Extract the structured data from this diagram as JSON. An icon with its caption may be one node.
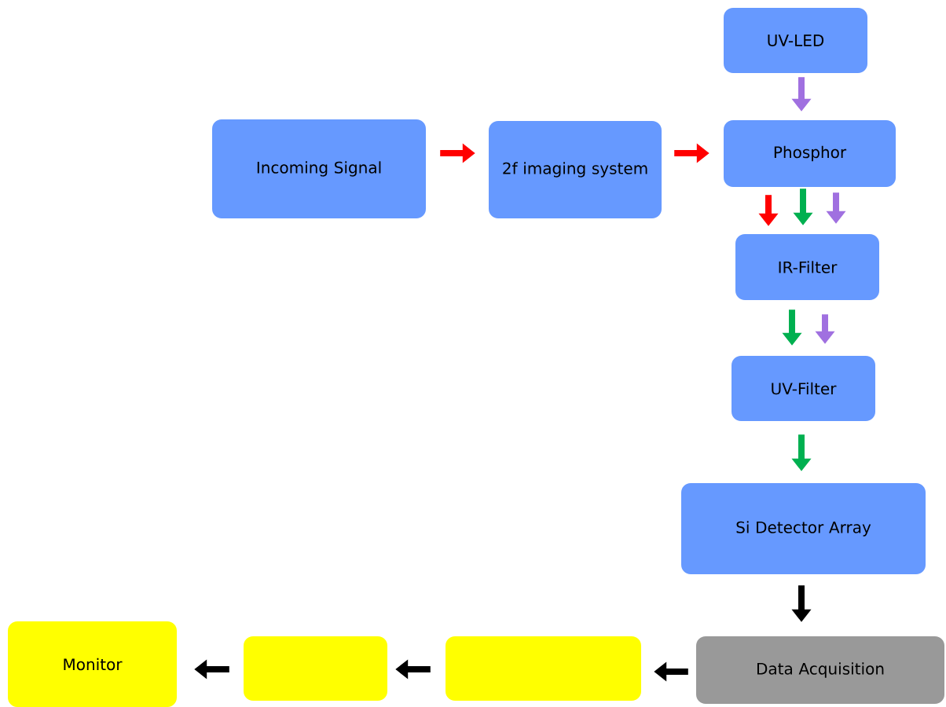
{
  "diagram": {
    "nodes": [
      {
        "text": [
          "UV-LED"
        ]
      },
      {
        "text": [
          "Incoming Signal"
        ]
      },
      {
        "text": [
          "2f imaging system"
        ]
      },
      {
        "text": [
          "Phosphor"
        ]
      },
      {
        "text": [
          "IR-Filter"
        ]
      },
      {
        "text": [
          "UV-Filter"
        ]
      },
      {
        "text": [
          "Si Detector Array"
        ]
      },
      {
        "text": [
          "Monitor"
        ]
      },
      {
        "text": [],
        "shape": "box"
      },
      {
        "text": [],
        "shape": "box"
      },
      {
        "text": [
          "Data Acquisition"
        ]
      }
    ],
    "edges": [
      {
        "from": 1,
        "to": 2,
        "arrow": "to",
        "color": "#ff0000"
      },
      {
        "from": 2,
        "to": 3,
        "arrow": "to",
        "color": "#ff0000"
      },
      {
        "from": 0,
        "to": 3,
        "arrow": "to",
        "color": "#a070e0"
      },
      {
        "from": 3,
        "to": 4,
        "arrow": "to",
        "color": "#ff0000"
      },
      {
        "from": 3,
        "to": 4,
        "arrow": "to",
        "color": "#00b050"
      },
      {
        "from": 3,
        "to": 4,
        "arrow": "to",
        "color": "#a070e0"
      },
      {
        "from": 4,
        "to": 5,
        "arrow": "to",
        "color": "#00b050"
      },
      {
        "from": 4,
        "to": 5,
        "arrow": "to",
        "color": "#a070e0"
      },
      {
        "from": 5,
        "to": 6,
        "arrow": "to",
        "color": "#00b050"
      },
      {
        "from": 6,
        "to": 10,
        "arrow": "to"
      },
      {
        "from": 10,
        "to": 9,
        "arrow": "to"
      },
      {
        "from": 9,
        "to": 8,
        "arrow": "to"
      },
      {
        "from": 8,
        "to": 7,
        "arrow": "to"
      }
    ]
  }
}
